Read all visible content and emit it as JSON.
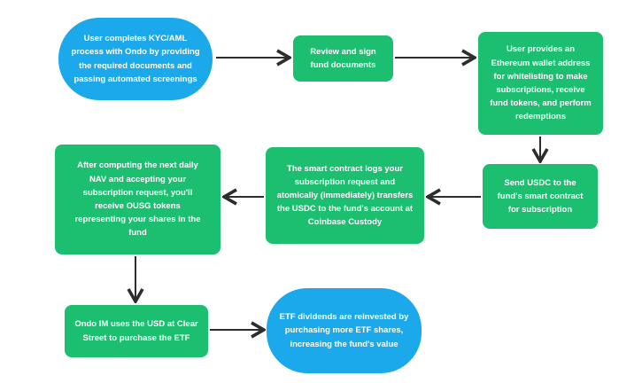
{
  "diagram": {
    "type": "flowchart",
    "background": "#ffffff"
  },
  "colors": {
    "blue_node": "#1ba9ec",
    "green_node": "#1cbe70",
    "node_text": "#ffffff",
    "arrow": "#2d2d2d"
  },
  "nodes": [
    {
      "id": "kyc",
      "shape": "stadium",
      "color": "blue",
      "text": "User completes KYC/AML\nprocess with Ondo by providing\nthe required documents and\npassing automated screenings"
    },
    {
      "id": "review-sign",
      "shape": "rect",
      "color": "green",
      "text": "Review and sign\nfund documents"
    },
    {
      "id": "wallet-whitelist",
      "shape": "rect",
      "color": "green",
      "text": "User provides an\nEthereum wallet address\nfor whitelisting to make\nsubscriptions, receive\nfund tokens, and perform\nredemptions"
    },
    {
      "id": "send-usdc",
      "shape": "rect",
      "color": "green",
      "text": "Send USDC to the\nfund's smart contract\nfor subscription"
    },
    {
      "id": "smart-contract-logs",
      "shape": "rect",
      "color": "green",
      "text": "The smart contract logs your\nsubscription request and\natomically (immediately) transfers\nthe USDC to the fund's account at\nCoinbase Custody"
    },
    {
      "id": "receive-ousg",
      "shape": "rect",
      "color": "green",
      "text": "After computing the next daily\nNAV and accepting your\nsubscription request, you'll\nreceive OUSG tokens\nrepresenting your shares in the\nfund"
    },
    {
      "id": "purchase-etf",
      "shape": "rect",
      "color": "green",
      "text": "Ondo IM uses the USD at Clear\nStreet to purchase the ETF"
    },
    {
      "id": "dividends-reinvested",
      "shape": "stadium",
      "color": "blue",
      "text": "ETF dividends are reinvested by\npurchasing more ETF shares,\nincreasing the fund's value"
    }
  ],
  "edges": [
    {
      "from": "kyc",
      "to": "review-sign"
    },
    {
      "from": "review-sign",
      "to": "wallet-whitelist"
    },
    {
      "from": "wallet-whitelist",
      "to": "send-usdc"
    },
    {
      "from": "send-usdc",
      "to": "smart-contract-logs"
    },
    {
      "from": "smart-contract-logs",
      "to": "receive-ousg"
    },
    {
      "from": "receive-ousg",
      "to": "purchase-etf"
    },
    {
      "from": "purchase-etf",
      "to": "dividends-reinvested"
    }
  ]
}
